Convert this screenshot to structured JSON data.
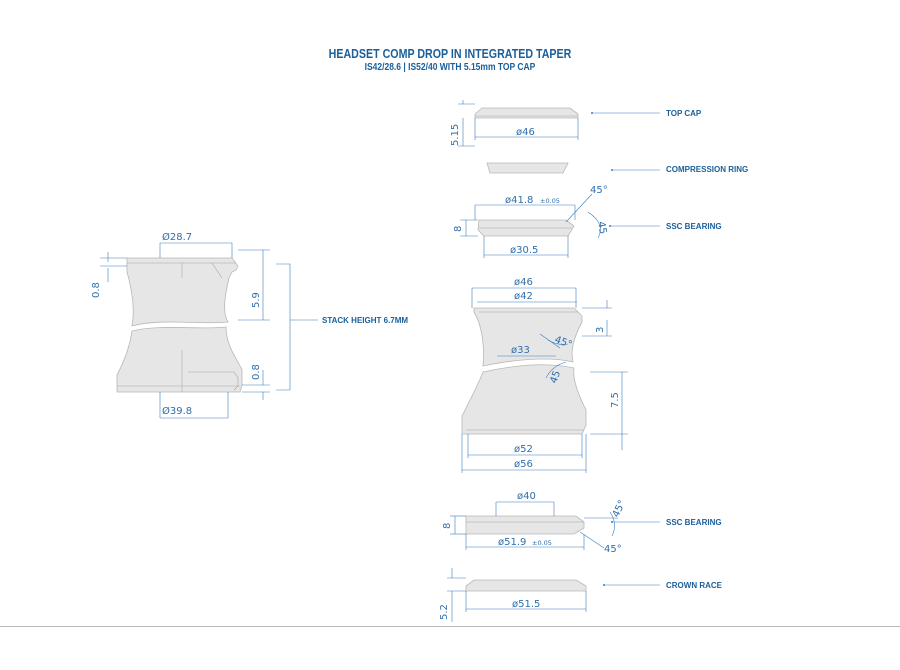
{
  "title": "HEADSET COMP DROP IN INTEGRATED TAPER",
  "subtitle": "IS42/28.6 | IS52/40 WITH 5.15mm TOP CAP",
  "callouts": {
    "top_cap": "TOP CAP",
    "compression_ring": "COMPRESSION RING",
    "ssc_bearing_upper": "SSC BEARING",
    "stack_height": "STACK HEIGHT 6.7MM",
    "ssc_bearing_lower": "SSC BEARING",
    "crown_race": "CROWN RACE"
  },
  "assembly_dims": {
    "d_top": "Ø28.7",
    "d_bottom": "Ø39.8",
    "h_top_left": "0.8",
    "h_top_right": "5.9",
    "h_bottom_right": "0.8"
  },
  "top_cap_dims": {
    "height": "5.15",
    "diameter": "ø46"
  },
  "upper_bearing_dims": {
    "outer": "ø41.8",
    "tol": "±0.05",
    "inner": "ø30.5",
    "height": "8",
    "angle_top": "45°",
    "angle_side": "45"
  },
  "frame_dims": {
    "d_top_outer": "ø46",
    "d_top_inner": "ø42",
    "d_bore": "ø33",
    "d_bottom_inner": "ø52",
    "d_bottom_outer": "ø56",
    "h_top": "3",
    "h_bottom": "7.5",
    "angle_top": "45°",
    "angle_bottom": "45"
  },
  "lower_bearing_dims": {
    "inner": "ø40",
    "outer": "ø51.9",
    "tol": "±0.05",
    "height": "8",
    "angle_side": "45°",
    "angle_bottom": "45°"
  },
  "crown_race_dims": {
    "height": "5.2",
    "diameter": "ø51.5"
  }
}
